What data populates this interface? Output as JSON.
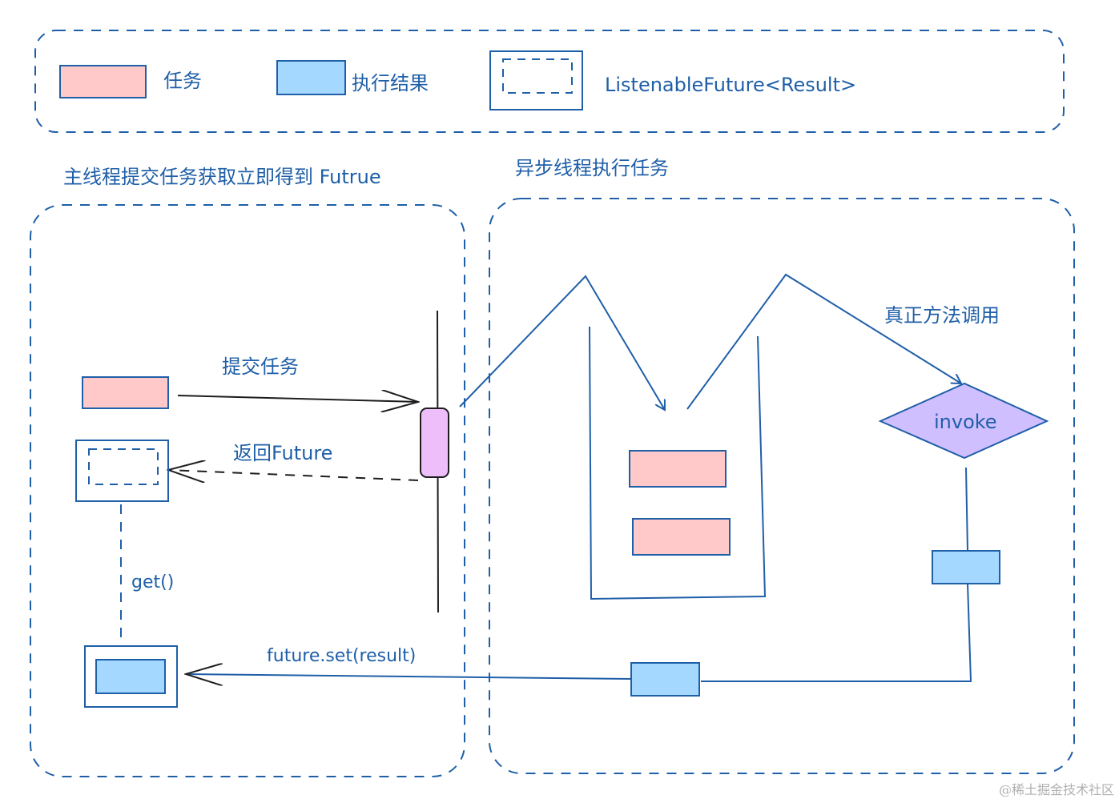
{
  "legend": {
    "task_label": "任务",
    "result_label": "执行结果",
    "future_label": "ListenableFuture<Result>"
  },
  "sections": {
    "main_thread_title": "主线程提交任务获取立即得到 Futrue",
    "async_thread_title": "异步线程执行任务"
  },
  "labels": {
    "submit_task": "提交任务",
    "return_future": "返回Future",
    "get_call": "get()",
    "future_set": "future.set(result)",
    "real_invoke": "真正方法调用",
    "invoke": "invoke"
  },
  "watermark": "@稀土掘金技术社区",
  "colors": {
    "stroke": "#1f5fa8",
    "task_fill": "#ffc9c9",
    "result_fill": "#a5d8ff",
    "submit_node_fill": "#eebefa",
    "invoke_fill": "#d0bfff"
  }
}
